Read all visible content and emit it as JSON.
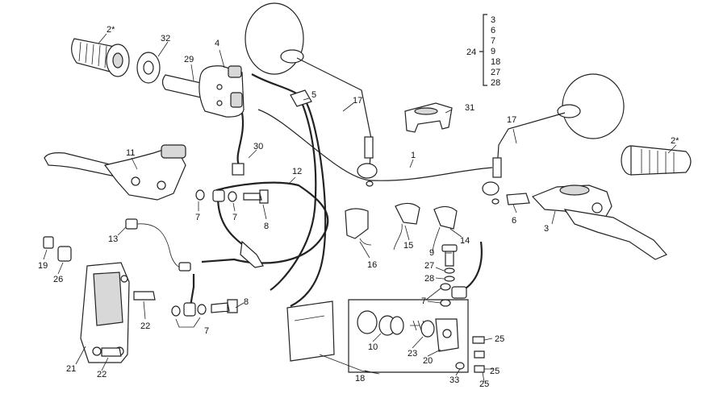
{
  "diagram": {
    "labels": {
      "p1": "1",
      "p2a": "2*",
      "p2b": "2*",
      "p3": "3",
      "p4": "4",
      "p5": "5",
      "p6": "6",
      "p7a": "7",
      "p7b": "7",
      "p7c": "7",
      "p7d": "7",
      "p8a": "8",
      "p8b": "8",
      "p9": "9",
      "p10": "10",
      "p11": "11",
      "p12": "12",
      "p13": "13",
      "p14": "14",
      "p15": "15",
      "p16": "16",
      "p17a": "17",
      "p17b": "17",
      "p18": "18",
      "p19": "19",
      "p20": "20",
      "p21": "21",
      "p22a": "22",
      "p22b": "22",
      "p23": "23",
      "p24": "24",
      "p25a": "25",
      "p25b": "25",
      "p25c": "25",
      "p26": "26",
      "p27": "27",
      "p28": "28",
      "p29": "29",
      "p30": "30",
      "p31": "31",
      "p32": "32",
      "p33": "33"
    },
    "kit_24_list": [
      "3",
      "6",
      "7",
      "9",
      "18",
      "27",
      "28"
    ]
  }
}
